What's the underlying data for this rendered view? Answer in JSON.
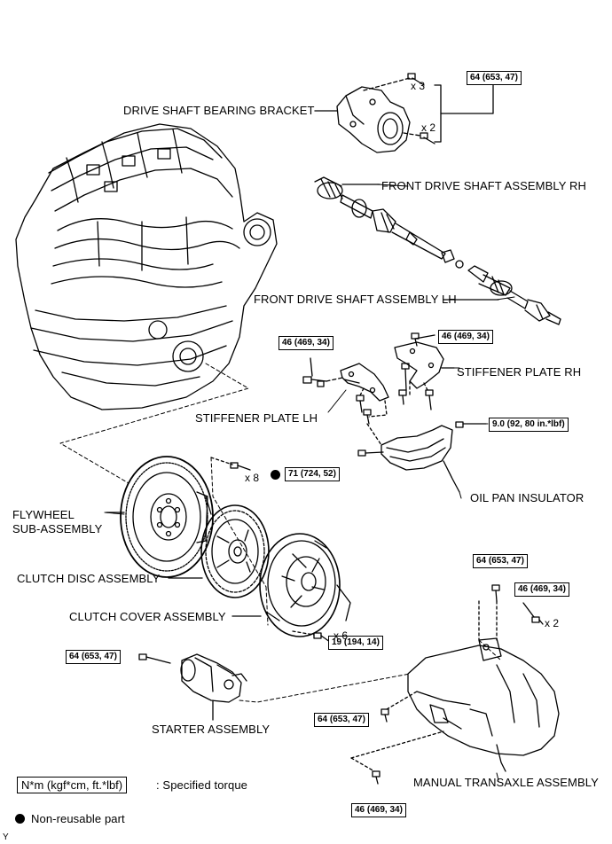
{
  "labels": {
    "drive_shaft_bearing_bracket": "DRIVE SHAFT BEARING BRACKET",
    "front_drive_shaft_rh": "FRONT DRIVE SHAFT ASSEMBLY RH",
    "front_drive_shaft_lh": "FRONT DRIVE SHAFT ASSEMBLY LH",
    "stiffener_plate_rh": "STIFFENER PLATE RH",
    "stiffener_plate_lh": "STIFFENER PLATE LH",
    "oil_pan_insulator": "OIL PAN INSULATOR",
    "flywheel_line1": "FLYWHEEL",
    "flywheel_line2": "SUB-ASSEMBLY",
    "clutch_disc": "CLUTCH DISC ASSEMBLY",
    "clutch_cover": "CLUTCH COVER ASSEMBLY",
    "starter": "STARTER ASSEMBLY",
    "manual_transaxle": "MANUAL TRANSAXLE ASSEMBLY"
  },
  "torques": {
    "bracket": "64 (653, 47)",
    "stiffener_lh": "46 (469, 34)",
    "stiffener_rh": "46 (469, 34)",
    "insulator": "9.0 (92, 80 in.*lbf)",
    "flywheel": "71 (724, 52)",
    "transaxle_top": "64 (653, 47)",
    "transaxle_side": "46 (469, 34)",
    "clutch_cover": "19 (194, 14)",
    "starter": "64 (653, 47)",
    "transaxle_mid": "64 (653, 47)",
    "transaxle_bottom": "46 (469, 34)"
  },
  "quantities": {
    "bracket_top": "x 3",
    "bracket_bottom": "x 2",
    "flywheel": "x 8",
    "clutch_cover": "x 6",
    "transaxle_side": "x 2"
  },
  "legend": {
    "unit": "N*m (kgf*cm, ft.*lbf)",
    "unit_desc": ": Specified torque",
    "nonreusable": "Non-reusable part"
  },
  "corner_mark": "Y"
}
